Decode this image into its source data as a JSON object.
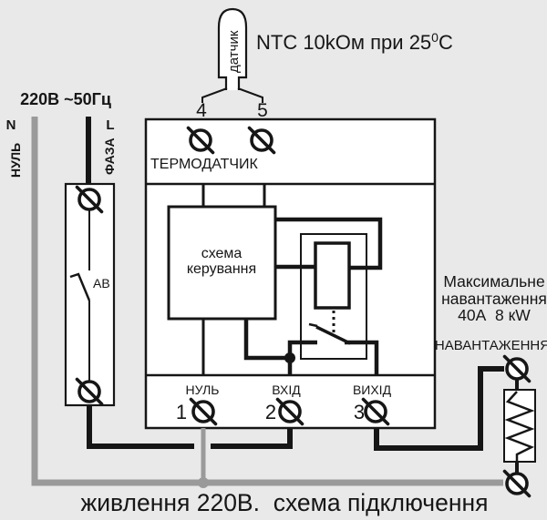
{
  "colors": {
    "background": "#e9e9e9",
    "line": "#161616",
    "neutral_wire": "#9a9a9a",
    "box_fill": "#ffffff"
  },
  "supply": {
    "label": "220В ~50Гц",
    "n": "N",
    "l": "L",
    "neutral": "НУЛЬ",
    "phase": "ФАЗА",
    "breaker": "АВ"
  },
  "sensor": {
    "label": "датчик",
    "spec_main": "NTC 10kОм при 25",
    "spec_sup": "0",
    "spec_end": "С",
    "pin_left": "4",
    "pin_right": "5"
  },
  "device": {
    "top_label": "ТЕРМОДАТЧИК",
    "control_line1": "схема",
    "control_line2": "керування",
    "terminals": [
      {
        "num": "1",
        "label": "НУЛЬ"
      },
      {
        "num": "2",
        "label": "ВХІД"
      },
      {
        "num": "3",
        "label": "ВИХІД"
      }
    ]
  },
  "load": {
    "max_line1": "Максимальне",
    "max_line2": "навантаження",
    "max_line3": "40А  8 кW",
    "label": "НАВАНТАЖЕННЯ"
  },
  "caption": "живлення 220В.  схема підключення"
}
